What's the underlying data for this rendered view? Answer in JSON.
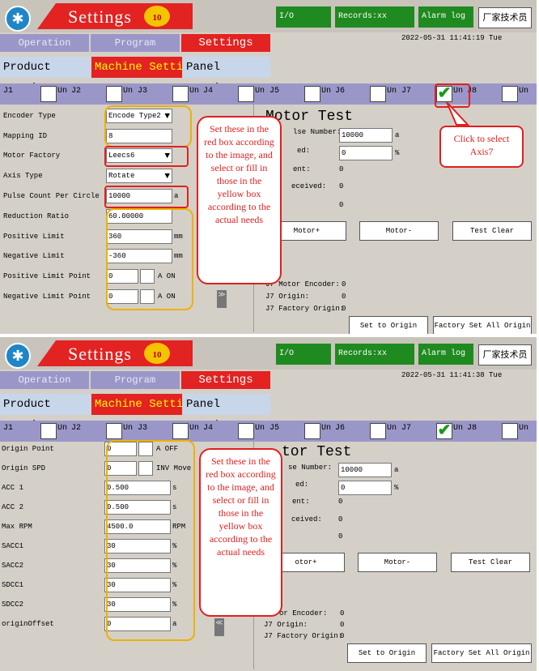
{
  "app": {
    "title": "Settings",
    "badge": "10",
    "wrench_icon": "wrench-icon",
    "io_label": "I/O",
    "records_label": "Records:xx",
    "alarm_label": "Alarm log",
    "user_button": "厂家技术员",
    "tabs": [
      "Operation",
      "Program",
      "Settings"
    ],
    "subtabs": [
      "Product Settings",
      "Machine Settings",
      "Panel Settings"
    ],
    "accent": "#e32222",
    "tab_color": "#9a97c8",
    "status_green": "#1f8a1f"
  },
  "screen1": {
    "datetime": "2022-05-31  11:41:19  Tue",
    "axes": [
      {
        "label": "J1",
        "un": "Un"
      },
      {
        "label": "J2",
        "un": "Un"
      },
      {
        "label": "J3",
        "un": "Un"
      },
      {
        "label": "J4",
        "un": "Un"
      },
      {
        "label": "J5",
        "un": "Un"
      },
      {
        "label": "J6",
        "un": "Un"
      },
      {
        "label": "J7",
        "un": "Un"
      },
      {
        "label": "J8",
        "un": "Un"
      }
    ],
    "fields": [
      {
        "label": "Encoder Type",
        "value": "Encode Type2",
        "unit": ""
      },
      {
        "label": "Mapping ID",
        "value": "8",
        "unit": ""
      },
      {
        "label": "Motor Factory",
        "value": "Leecs6",
        "unit": ""
      },
      {
        "label": "Axis Type",
        "value": "Rotate",
        "unit": ""
      },
      {
        "label": "Pulse Count Per Circle",
        "value": "10000",
        "unit": "a"
      },
      {
        "label": "Reduction Ratio",
        "value": "60.00000",
        "unit": ""
      },
      {
        "label": "Positive Limit",
        "value": "360",
        "unit": "mm"
      },
      {
        "label": "Negative Limit",
        "value": "-360",
        "unit": "mm"
      },
      {
        "label": "Positive Limit Point",
        "value": "0",
        "unit": "A ON"
      },
      {
        "label": "Negative Limit Point",
        "value": "0",
        "unit": "A ON"
      }
    ],
    "motor_test": {
      "title": "Motor Test",
      "pulse_label": "lse Number:",
      "pulse_value": "10000",
      "pulse_unit": "a",
      "speed_label": "ed:",
      "speed_value": "0",
      "speed_unit": "%",
      "sent_label": "ent:",
      "sent_value": "0",
      "received_label": "eceived:",
      "received_value": "0",
      "extra_value": "0",
      "btn_plus": "Motor+",
      "btn_minus": "Motor-",
      "btn_clear": "Test Clear",
      "encoder_label": "J7 Motor Encoder:",
      "encoder_value": "0",
      "origin_label": "J7 Origin:",
      "origin_value": "0",
      "factory_label": "J7 Factory Origin:",
      "factory_value": "0",
      "set_origin": "Set to Origin",
      "factory_set": "Factory Set All Origin"
    },
    "callout": "Set these in the red box according to the image, and select or fill in those in the yellow box according to the actual needs",
    "callout2": "Click to select Axis7",
    "scroll_icon": "scroll-down-icon"
  },
  "screen2": {
    "datetime": "2022-05-31  11:41:38  Tue",
    "fields": [
      {
        "label": "Origin Point",
        "value": "0",
        "unit": "A OFF"
      },
      {
        "label": "Origin SPD",
        "value": "0",
        "unit": "INV Move"
      },
      {
        "label": "ACC 1",
        "value": "0.500",
        "unit": "s"
      },
      {
        "label": "ACC 2",
        "value": "0.500",
        "unit": "s"
      },
      {
        "label": "Max RPM",
        "value": "4500.0",
        "unit": "RPM"
      },
      {
        "label": "SACC1",
        "value": "30",
        "unit": "%"
      },
      {
        "label": "SACC2",
        "value": "30",
        "unit": "%"
      },
      {
        "label": "SDCC1",
        "value": "30",
        "unit": "%"
      },
      {
        "label": "SDCC2",
        "value": "30",
        "unit": "%"
      },
      {
        "label": "originOffset",
        "value": "0",
        "unit": "a"
      }
    ],
    "motor_test": {
      "title": "tor Test",
      "pulse_label": "se Number:",
      "pulse_value": "10000",
      "pulse_unit": "a",
      "speed_label": "ed:",
      "speed_value": "0",
      "speed_unit": "%",
      "sent_label": "ent:",
      "sent_value": "0",
      "received_label": "ceived:",
      "received_value": "0",
      "extra_value": "0",
      "btn_plus": "otor+",
      "btn_minus": "Motor-",
      "btn_clear": "Test Clear",
      "encoder_label": "or Encoder:",
      "encoder_value": "0",
      "origin_label": "J7 Origin:",
      "origin_value": "0",
      "factory_label": "J7 Factory Origin:",
      "factory_value": "0",
      "set_origin": "Set to Origin",
      "factory_set": "Factory Set All Origin"
    },
    "callout": "Set these in the red box according to the image, and select or fill in those in the yellow box according to the actual needs",
    "scroll_icon": "scroll-up-icon"
  }
}
